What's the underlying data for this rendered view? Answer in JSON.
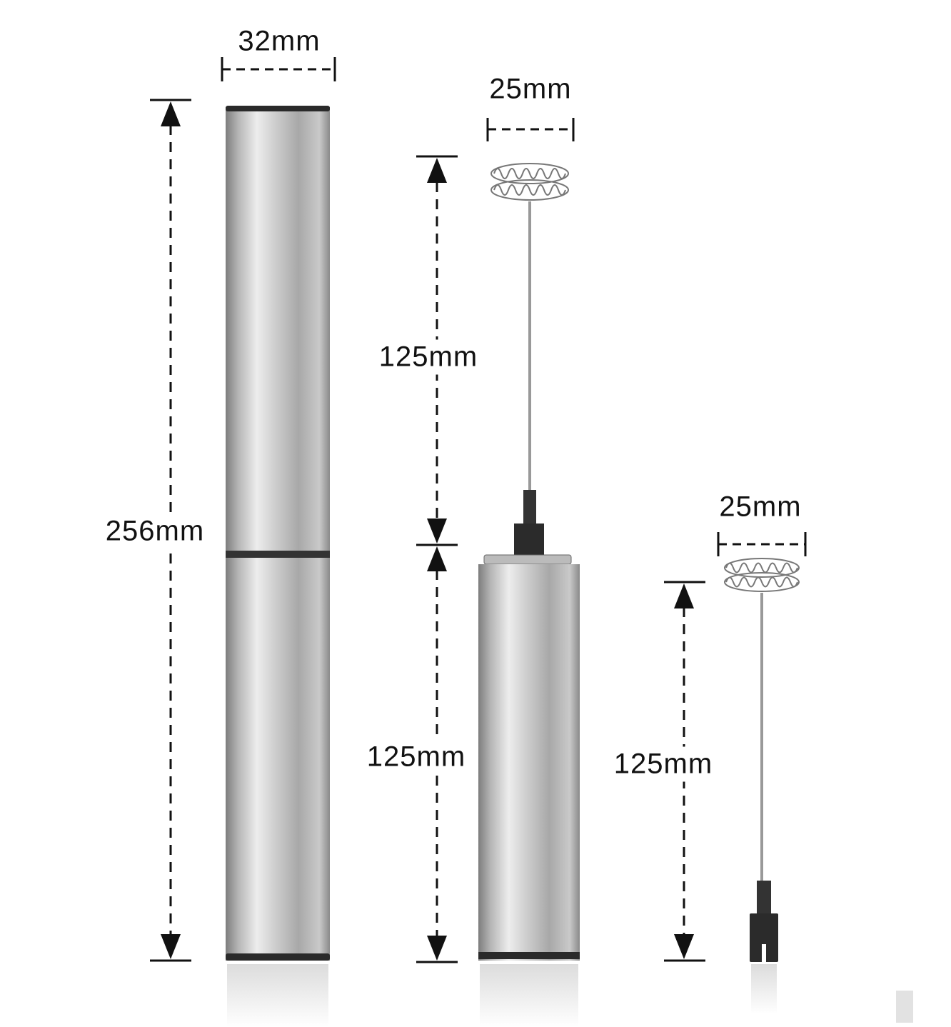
{
  "dimensions": {
    "case_width": "32mm",
    "case_height": "256mm",
    "whisk_head_width_assembled": "25mm",
    "whisk_length_assembled": "125mm",
    "handle_length": "125mm",
    "whisk_head_width_separate": "25mm",
    "whisk_length_separate": "125mm"
  },
  "colors": {
    "dimension_line": "#111111",
    "metal_light": "#e6e6e6",
    "metal_dark": "#8a8a8a",
    "plastic": "#2b2b2b"
  }
}
